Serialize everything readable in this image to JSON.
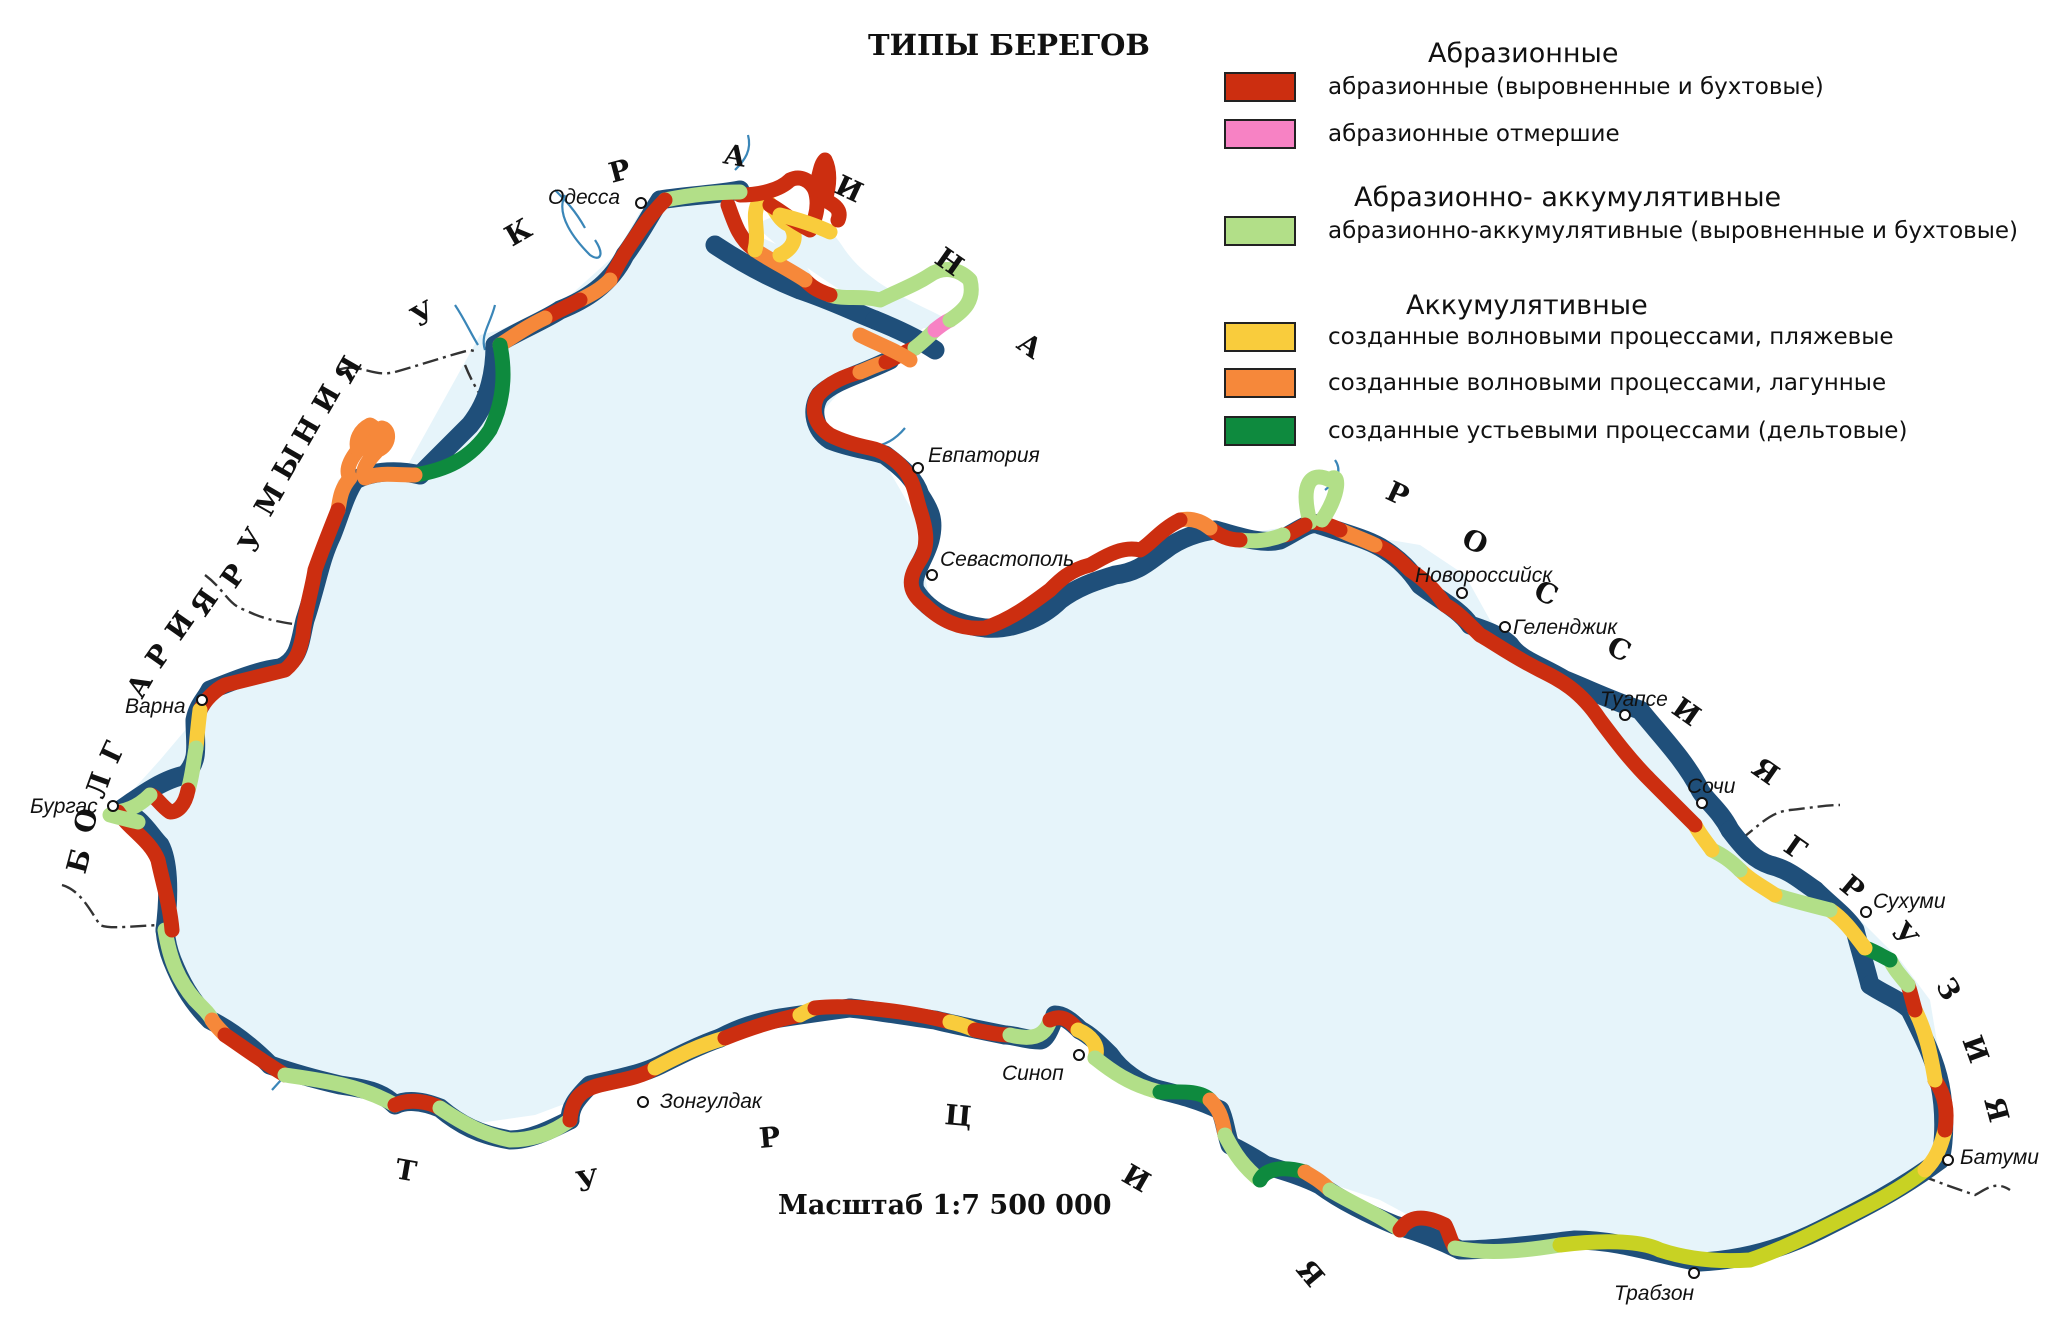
{
  "title": "ТИПЫ БЕРЕГОВ",
  "scale": "Масштаб 1:7 500 000",
  "colors": {
    "sea": "#e6f4fa",
    "abrasion": "#cc2e10",
    "abrasion_dead": "#f782c4",
    "abr_acc": "#b2df88",
    "beach": "#f9cc3c",
    "lagoon": "#f6883a",
    "delta": "#0e8a3e",
    "other": "#c8d223"
  },
  "legend": {
    "groups": [
      {
        "heading": "Абразионные",
        "items": [
          {
            "label": "абразионные (выровненные и бухтовые)",
            "color": "#cc2e10"
          },
          {
            "label": "абразионные отмершие",
            "color": "#f782c4"
          }
        ]
      },
      {
        "heading": "Абразионно- аккумулятивные",
        "items": [
          {
            "label": "абразионно-аккумулятивные (выровненные и бухтовые)",
            "color": "#b2df88"
          }
        ]
      },
      {
        "heading": "Аккумулятивные",
        "items": [
          {
            "label": "созданные волновыми процессами, пляжевые",
            "color": "#f9cc3c"
          },
          {
            "label": "созданные волновыми процессами, лагунные",
            "color": "#f6883a"
          },
          {
            "label": "созданные устьевыми  процессами (дельтовые)",
            "color": "#0e8a3e"
          }
        ]
      }
    ]
  },
  "cities": {
    "odessa": "Одесса",
    "evpatoria": "Евпатория",
    "sevastopol": "Севастополь",
    "novorossiysk": "Новороссийск",
    "gelendzhik": "Геленджик",
    "tuapse": "Туапсе",
    "sochi": "Сочи",
    "sukhumi": "Сухуми",
    "batumi": "Батуми",
    "trabzon": "Трабзон",
    "sinop": "Синоп",
    "zonguldak": "Зонгулдак",
    "varna": "Варна",
    "burgas": "Бургас"
  },
  "countries": {
    "ukraine": [
      "У",
      "К",
      "Р",
      "А",
      "И",
      "Н",
      "А"
    ],
    "russia": [
      "Р",
      "О",
      "С",
      "С",
      "И",
      "Я"
    ],
    "georgia": [
      "Г",
      "Р",
      "У",
      "З",
      "И",
      "Я"
    ],
    "turkey": [
      "Т",
      "У",
      "Р",
      "Ц",
      "И",
      "Я"
    ],
    "romania": [
      "Р",
      "У",
      "М",
      "Ы",
      "Н",
      "И",
      "Я"
    ],
    "bulgaria": [
      "Б",
      "О",
      "Л",
      "Г",
      "А",
      "Р",
      "И",
      "Я"
    ]
  }
}
